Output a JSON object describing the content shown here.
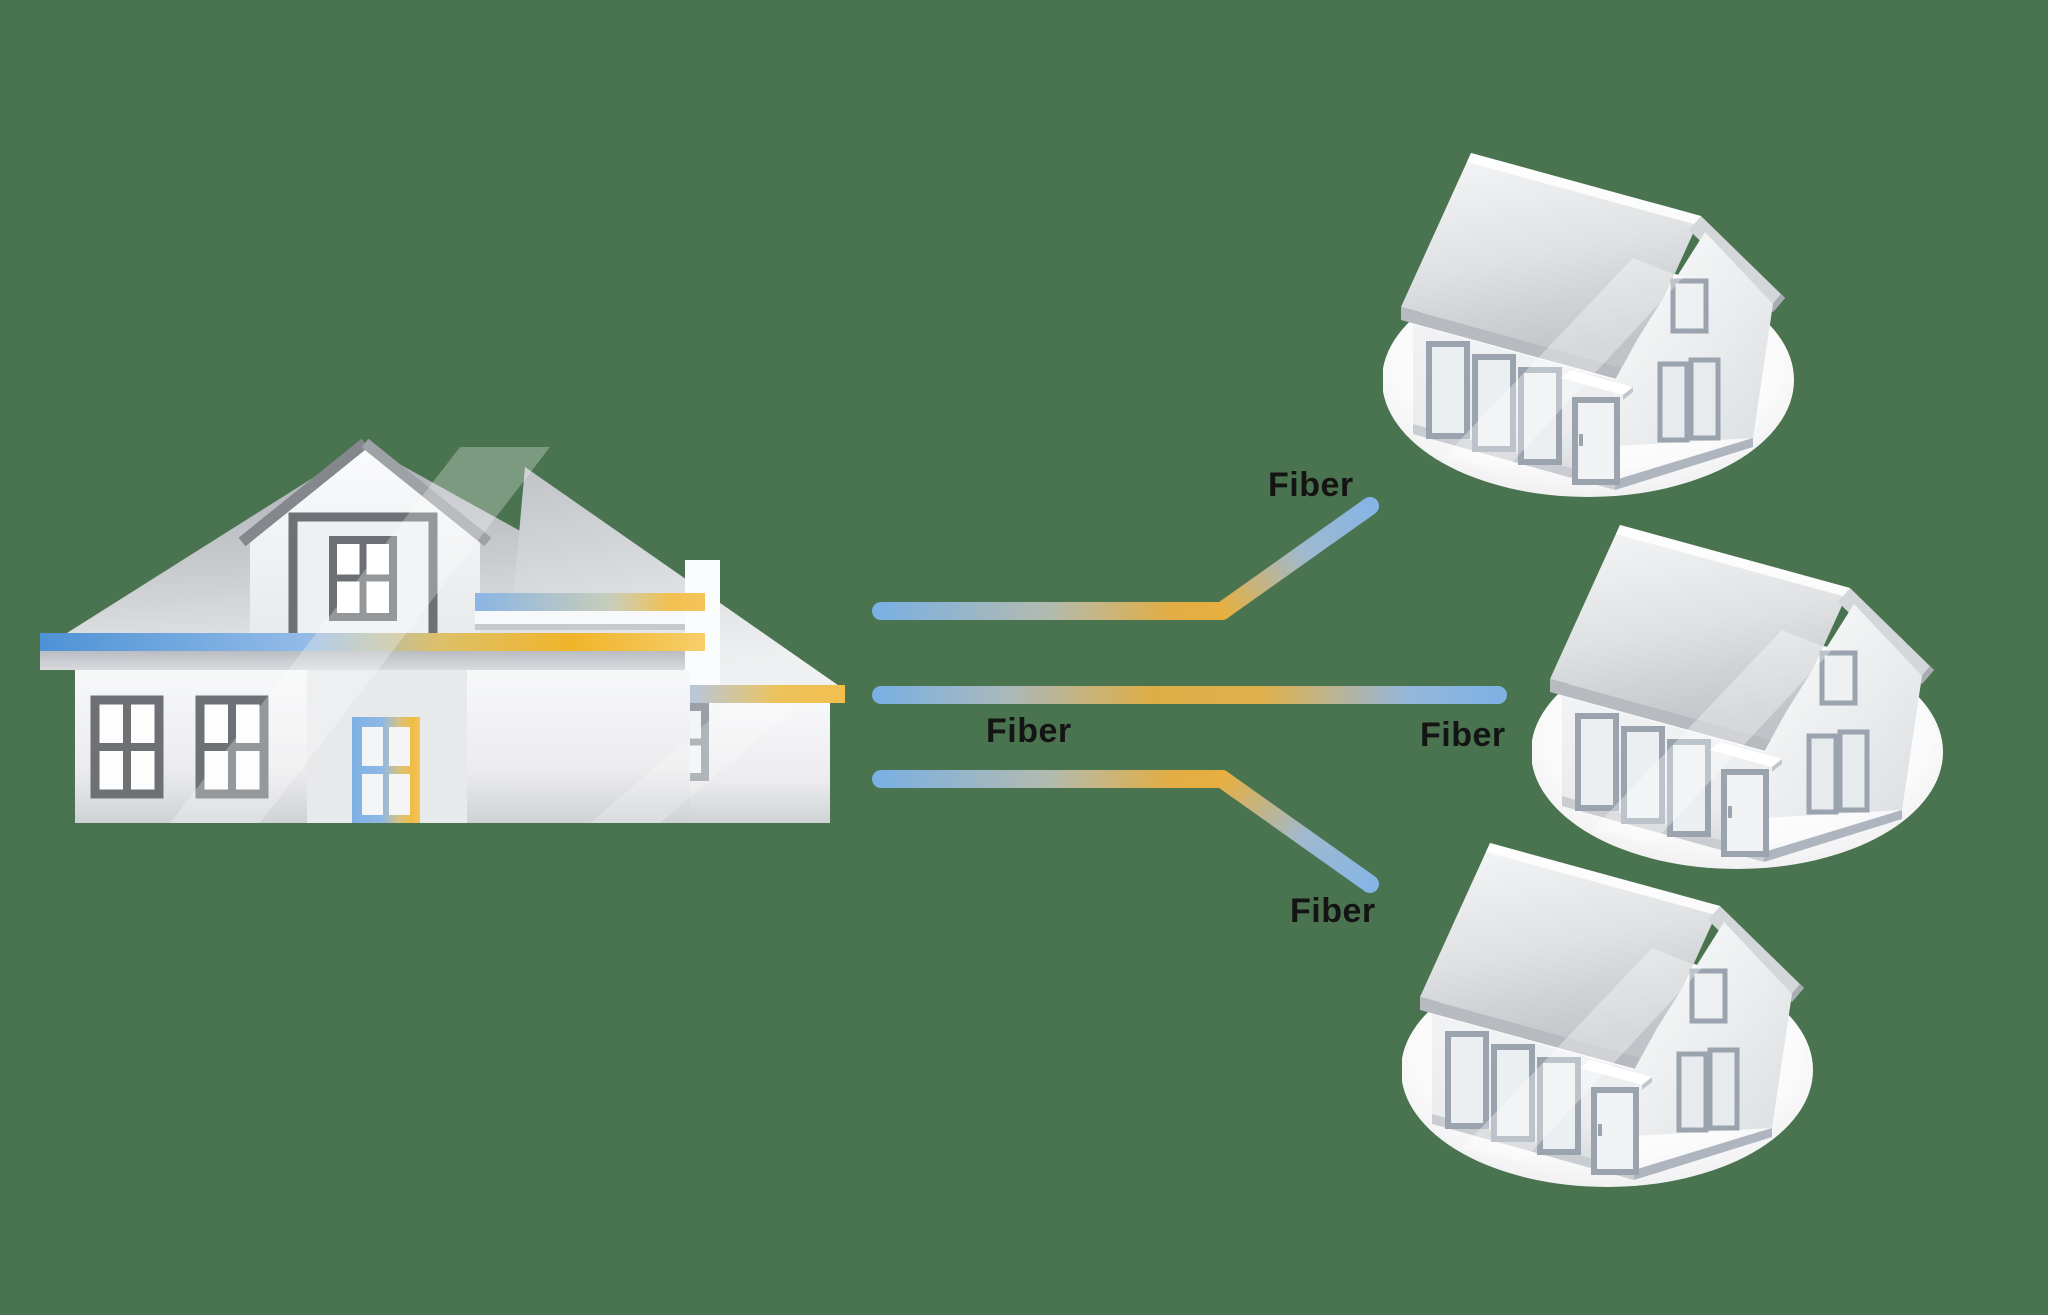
{
  "labels": {
    "fiber_top": "Fiber",
    "fiber_middle_left": "Fiber",
    "fiber_middle_right": "Fiber",
    "fiber_bottom": "Fiber"
  },
  "colors": {
    "background_green": "#4a734f",
    "fiber_blue": "#7bb0e2",
    "fiber_blue_deep": "#4d92d6",
    "fiber_amber": "#e8b13d",
    "stripe_amber": "#f0b429",
    "roof_gray": "#a7acb1",
    "roof_gray_light": "#d4d7da",
    "wall_white": "#f5f6f7",
    "window_frame_dark": "#6d7175",
    "window_frame_light": "#9aa3ae",
    "house_blob_white": "#ffffff",
    "label_text": "#141414"
  },
  "scene": {
    "fiber_line_count": "3",
    "home_count": "3"
  }
}
